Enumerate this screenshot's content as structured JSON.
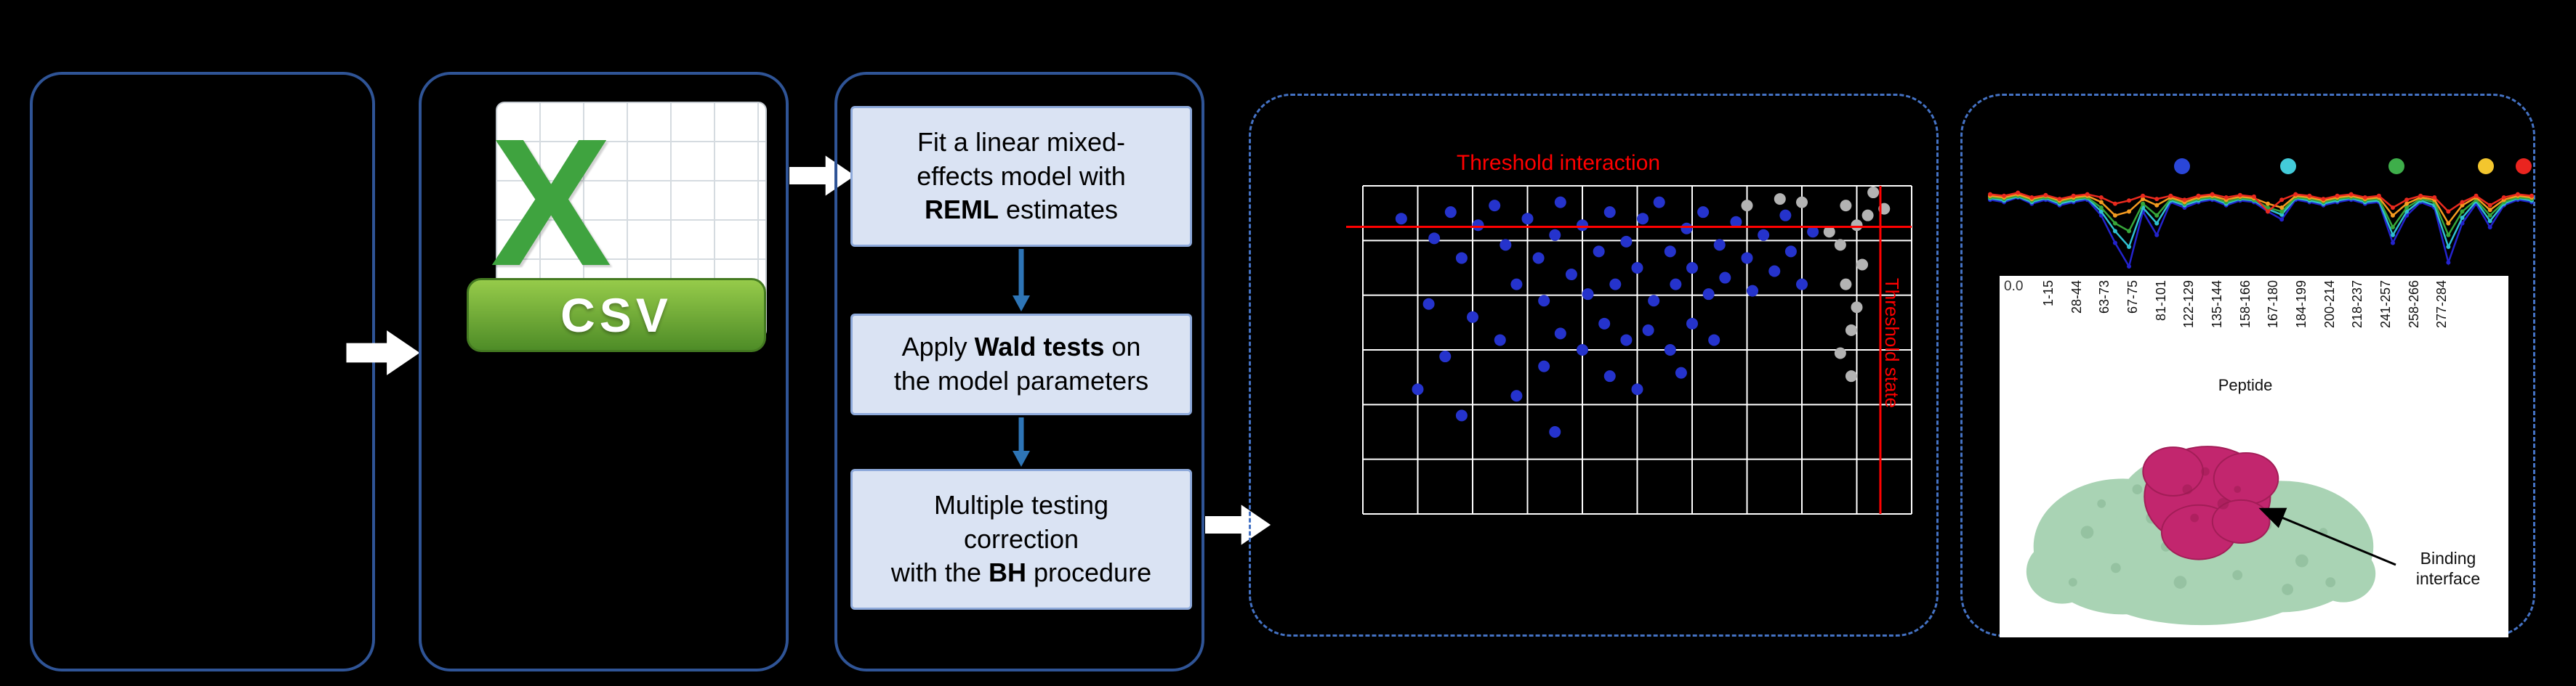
{
  "palette": {
    "background": "#000000",
    "box_border": "#2f5496",
    "dashed_border": "#4472c4",
    "step_fill": "#dae3f3",
    "step_border": "#8eaadb",
    "arrow_white": "#ffffff",
    "arrow_blue": "#2e75b6",
    "threshold_red": "#ff0000",
    "csv_green": "#3fa33f",
    "ribbon_green": "#4e8c27",
    "protein_surface": "#a9d3b4",
    "protein_shade": "#7fae8c",
    "binding_site": "#c2266e",
    "binding_shade": "#9c1b52"
  },
  "csv_icon": {
    "x_letter": "X",
    "label": "CSV"
  },
  "pipeline": {
    "steps": [
      {
        "line1": "Fit a linear mixed-",
        "line2": "effects model with",
        "line3_bold": "REML",
        "line3_rest": " estimates"
      },
      {
        "line1_pre": "Apply ",
        "line1_bold": "Wald tests",
        "line1_post": " on",
        "line2": "the model parameters"
      },
      {
        "line1": "Multiple testing",
        "line2": "correction",
        "line3_pre": "with the ",
        "line3_bold": "BH",
        "line3_post": " procedure"
      }
    ]
  },
  "right_panel": {
    "annotation": "Binding interface"
  },
  "chart_data": [
    {
      "type": "scatter",
      "title": "Threshold interaction",
      "right_axis_label": "Threshold state",
      "grid": {
        "cols": 10,
        "rows": 6,
        "color": "#ffffff"
      },
      "threshold_h_frac": 0.125,
      "threshold_v_frac": 0.943,
      "threshold_color": "#ff0000",
      "point_colors": {
        "significant": "#2533cc",
        "nonsignificant": "#b3b3b3"
      },
      "points_blue": [
        [
          0.07,
          0.1
        ],
        [
          0.13,
          0.16
        ],
        [
          0.16,
          0.08
        ],
        [
          0.18,
          0.22
        ],
        [
          0.21,
          0.12
        ],
        [
          0.24,
          0.06
        ],
        [
          0.26,
          0.18
        ],
        [
          0.28,
          0.3
        ],
        [
          0.3,
          0.1
        ],
        [
          0.32,
          0.22
        ],
        [
          0.33,
          0.35
        ],
        [
          0.35,
          0.15
        ],
        [
          0.36,
          0.05
        ],
        [
          0.38,
          0.27
        ],
        [
          0.4,
          0.12
        ],
        [
          0.41,
          0.33
        ],
        [
          0.43,
          0.2
        ],
        [
          0.45,
          0.08
        ],
        [
          0.46,
          0.3
        ],
        [
          0.48,
          0.17
        ],
        [
          0.5,
          0.25
        ],
        [
          0.51,
          0.1
        ],
        [
          0.53,
          0.35
        ],
        [
          0.54,
          0.05
        ],
        [
          0.56,
          0.2
        ],
        [
          0.57,
          0.3
        ],
        [
          0.59,
          0.13
        ],
        [
          0.6,
          0.25
        ],
        [
          0.62,
          0.08
        ],
        [
          0.63,
          0.33
        ],
        [
          0.65,
          0.18
        ],
        [
          0.66,
          0.28
        ],
        [
          0.68,
          0.11
        ],
        [
          0.7,
          0.22
        ],
        [
          0.71,
          0.32
        ],
        [
          0.73,
          0.15
        ],
        [
          0.75,
          0.26
        ],
        [
          0.77,
          0.09
        ],
        [
          0.78,
          0.2
        ],
        [
          0.8,
          0.3
        ],
        [
          0.82,
          0.14
        ],
        [
          0.36,
          0.45
        ],
        [
          0.4,
          0.5
        ],
        [
          0.44,
          0.42
        ],
        [
          0.48,
          0.47
        ],
        [
          0.52,
          0.44
        ],
        [
          0.56,
          0.5
        ],
        [
          0.6,
          0.42
        ],
        [
          0.33,
          0.55
        ],
        [
          0.45,
          0.58
        ],
        [
          0.5,
          0.62
        ],
        [
          0.25,
          0.47
        ],
        [
          0.2,
          0.4
        ],
        [
          0.15,
          0.52
        ],
        [
          0.12,
          0.36
        ],
        [
          0.28,
          0.64
        ],
        [
          0.18,
          0.7
        ],
        [
          0.35,
          0.75
        ],
        [
          0.1,
          0.62
        ],
        [
          0.58,
          0.57
        ],
        [
          0.64,
          0.47
        ]
      ],
      "points_gray": [
        [
          0.88,
          0.06
        ],
        [
          0.9,
          0.12
        ],
        [
          0.87,
          0.18
        ],
        [
          0.91,
          0.24
        ],
        [
          0.88,
          0.3
        ],
        [
          0.9,
          0.37
        ],
        [
          0.89,
          0.44
        ],
        [
          0.87,
          0.51
        ],
        [
          0.92,
          0.09
        ],
        [
          0.85,
          0.14
        ],
        [
          0.8,
          0.05
        ],
        [
          0.76,
          0.04
        ],
        [
          0.7,
          0.06
        ],
        [
          0.93,
          0.02
        ],
        [
          0.95,
          0.07
        ],
        [
          0.89,
          0.58
        ]
      ]
    },
    {
      "type": "line",
      "xlabel": "Peptide",
      "ytick": "0.0",
      "xticklabels": [
        "1-15",
        "28-44",
        "63-73",
        "67-75",
        "81-101",
        "122-129",
        "135-144",
        "158-166",
        "167-180",
        "184-199",
        "200-214",
        "218-237",
        "241-257",
        "258-266",
        "277-284"
      ],
      "legend_dots": [
        {
          "color": "#2a46d8",
          "x": 0.355
        },
        {
          "color": "#43cbd9",
          "x": 0.55
        },
        {
          "color": "#3eae4a",
          "x": 0.75
        },
        {
          "color": "#f3c62e",
          "x": 0.915
        },
        {
          "color": "#ea241f",
          "x": 0.985
        }
      ],
      "series": [
        {
          "name": "navy",
          "color": "#2323cd",
          "values": [
            0.15,
            0.18,
            0.12,
            0.2,
            0.15,
            0.22,
            0.18,
            0.15,
            0.35,
            0.7,
            1.0,
            0.3,
            0.6,
            0.18,
            0.25,
            0.18,
            0.15,
            0.22,
            0.16,
            0.18,
            0.3,
            0.4,
            0.15,
            0.18,
            0.22,
            0.18,
            0.15,
            0.2,
            0.18,
            0.7,
            0.35,
            0.18,
            0.25,
            0.95,
            0.45,
            0.2,
            0.5,
            0.22,
            0.15,
            0.18
          ]
        },
        {
          "name": "teal",
          "color": "#2fc0d1",
          "values": [
            0.13,
            0.16,
            0.11,
            0.18,
            0.13,
            0.2,
            0.16,
            0.13,
            0.3,
            0.55,
            0.75,
            0.25,
            0.45,
            0.16,
            0.22,
            0.16,
            0.13,
            0.2,
            0.14,
            0.16,
            0.27,
            0.34,
            0.13,
            0.16,
            0.2,
            0.16,
            0.13,
            0.18,
            0.16,
            0.6,
            0.3,
            0.16,
            0.22,
            0.75,
            0.38,
            0.17,
            0.42,
            0.2,
            0.13,
            0.16
          ]
        },
        {
          "name": "green",
          "color": "#37a73a",
          "values": [
            0.12,
            0.14,
            0.1,
            0.16,
            0.12,
            0.18,
            0.14,
            0.12,
            0.25,
            0.45,
            0.55,
            0.2,
            0.35,
            0.14,
            0.2,
            0.14,
            0.12,
            0.18,
            0.13,
            0.15,
            0.25,
            0.3,
            0.12,
            0.14,
            0.18,
            0.14,
            0.12,
            0.16,
            0.14,
            0.5,
            0.25,
            0.14,
            0.18,
            0.6,
            0.3,
            0.15,
            0.35,
            0.18,
            0.12,
            0.14
          ]
        },
        {
          "name": "orange",
          "color": "#f59b20",
          "values": [
            0.1,
            0.12,
            0.08,
            0.14,
            0.1,
            0.16,
            0.12,
            0.1,
            0.18,
            0.35,
            0.3,
            0.14,
            0.22,
            0.12,
            0.18,
            0.12,
            0.1,
            0.15,
            0.11,
            0.13,
            0.2,
            0.25,
            0.1,
            0.12,
            0.16,
            0.12,
            0.1,
            0.14,
            0.12,
            0.35,
            0.2,
            0.12,
            0.15,
            0.45,
            0.22,
            0.12,
            0.28,
            0.15,
            0.1,
            0.12
          ]
        },
        {
          "name": "red",
          "color": "#ea2a1e",
          "values": [
            0.08,
            0.1,
            0.06,
            0.12,
            0.09,
            0.14,
            0.1,
            0.08,
            0.12,
            0.2,
            0.16,
            0.1,
            0.14,
            0.1,
            0.15,
            0.1,
            0.08,
            0.12,
            0.09,
            0.11,
            0.3,
            0.15,
            0.08,
            0.1,
            0.14,
            0.1,
            0.08,
            0.12,
            0.1,
            0.25,
            0.15,
            0.1,
            0.12,
            0.3,
            0.18,
            0.1,
            0.22,
            0.12,
            0.08,
            0.1
          ]
        }
      ]
    }
  ]
}
